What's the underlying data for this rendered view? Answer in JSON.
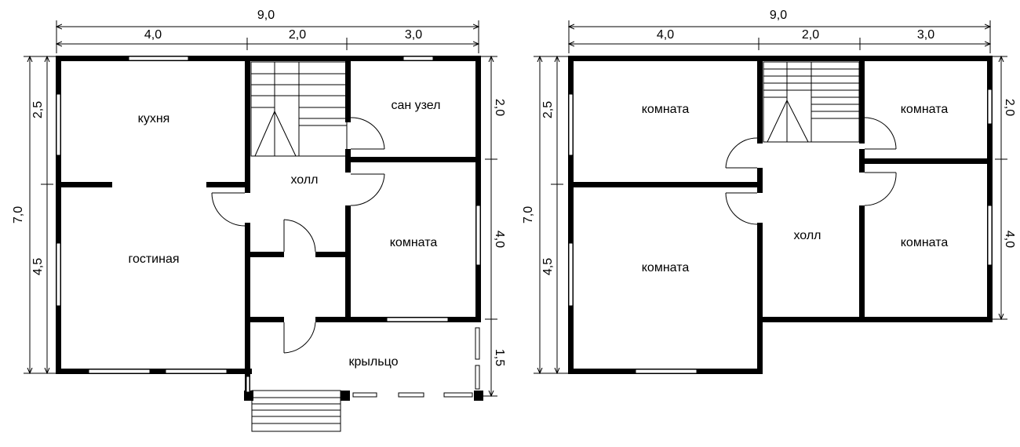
{
  "floor1": {
    "dims": {
      "total_width": "9,0",
      "w1": "4,0",
      "w2": "2,0",
      "w3": "3,0",
      "total_height": "7,0",
      "left_top": "2,5",
      "left_bottom": "4,5",
      "right_top": "2,0",
      "right_mid": "4,0",
      "right_bottom": "1,5"
    },
    "rooms": {
      "kitchen": "кухня",
      "living": "гостиная",
      "hall": "холл",
      "bath": "сан узел",
      "room": "комната",
      "porch": "крыльцо"
    }
  },
  "floor2": {
    "dims": {
      "total_width": "9,0",
      "w1": "4,0",
      "w2": "2,0",
      "w3": "3,0",
      "total_height": "7,0",
      "left_top": "2,5",
      "left_bottom": "4,5",
      "right_top": "2,0",
      "right_mid": "4,0"
    },
    "rooms": {
      "room_top_left": "комната",
      "room_top_right": "комната",
      "room_bottom_left": "комната",
      "hall": "холл",
      "room_right": "комната"
    }
  }
}
